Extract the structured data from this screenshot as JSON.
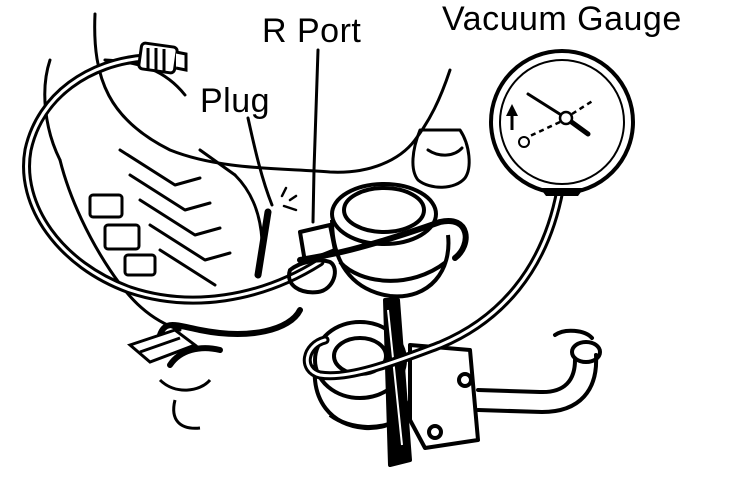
{
  "labels": {
    "vacuum_gauge": "Vacuum Gauge",
    "r_port": "R Port",
    "plug": "Plug"
  },
  "colors": {
    "ink": "#000000",
    "paper": "#ffffff"
  },
  "icons": [
    "vacuum-gauge-dial",
    "up-arrow-icon",
    "plug-icon",
    "hose",
    "vacuum-valve"
  ]
}
